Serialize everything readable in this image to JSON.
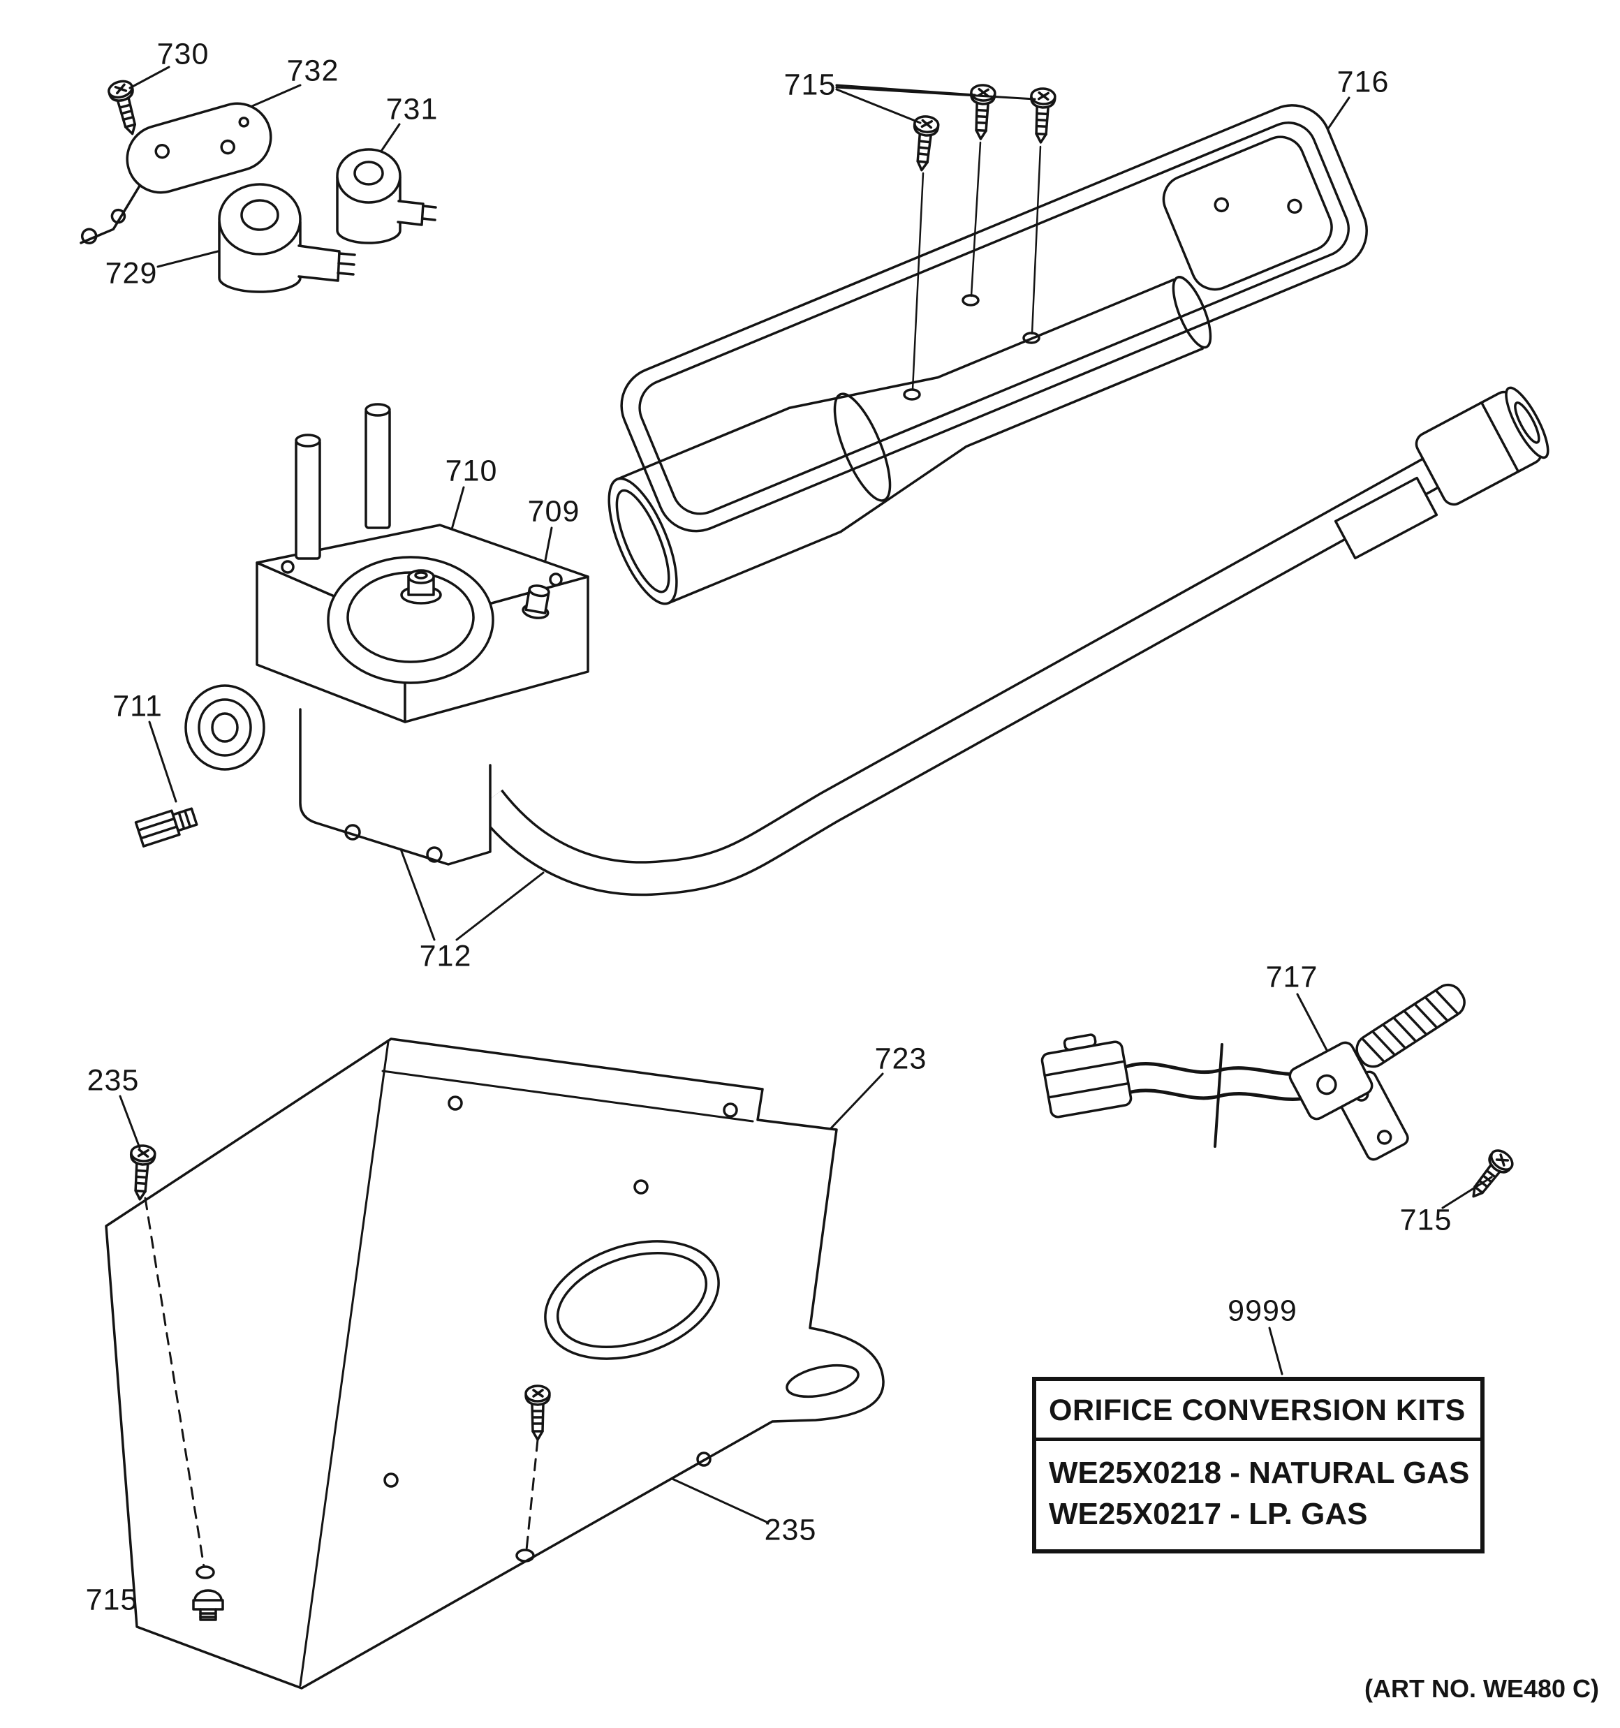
{
  "art_no": "(ART NO. WE480 C)",
  "conversion_box": {
    "heading": "ORIFICE CONVERSION KITS",
    "line1": "WE25X0218 - NATURAL GAS",
    "line2": "WE25X0217 - LP. GAS"
  },
  "callouts": [
    {
      "label": "730"
    },
    {
      "label": "732"
    },
    {
      "label": "731"
    },
    {
      "label": "729"
    },
    {
      "label": "715"
    },
    {
      "label": "716"
    },
    {
      "label": "710"
    },
    {
      "label": "709"
    },
    {
      "label": "711"
    },
    {
      "label": "712"
    },
    {
      "label": "717"
    },
    {
      "label": "715"
    },
    {
      "label": "235"
    },
    {
      "label": "723"
    },
    {
      "label": "235"
    },
    {
      "label": "715"
    },
    {
      "label": "9999"
    }
  ]
}
